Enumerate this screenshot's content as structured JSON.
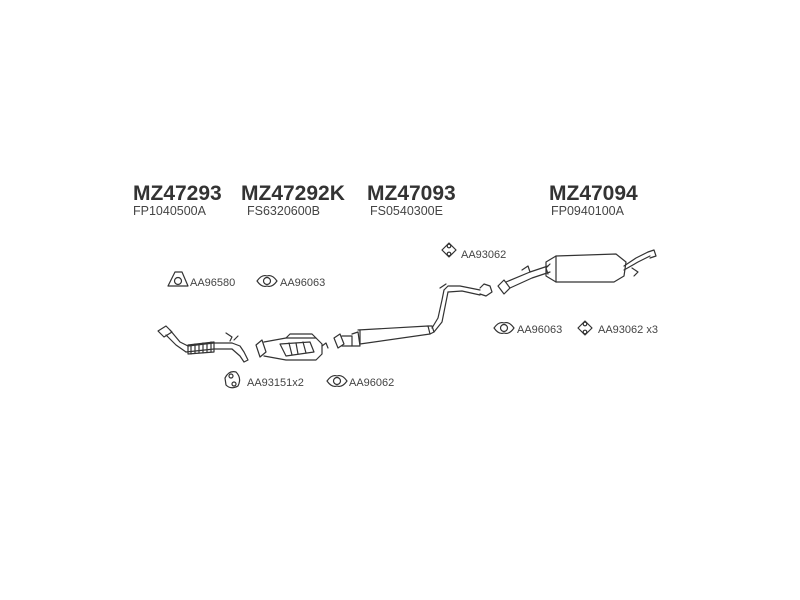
{
  "parts": [
    {
      "number": "MZ47293",
      "code": "FP1040500A"
    },
    {
      "number": "MZ47292K",
      "code": "FS6320600B"
    },
    {
      "number": "MZ47093",
      "code": "FS0540300E"
    },
    {
      "number": "MZ47094",
      "code": "FP0940100A"
    }
  ],
  "accessories": [
    {
      "label": "AA96580",
      "icon": "gasket-icon"
    },
    {
      "label": "AA96063",
      "icon": "ring-gasket-icon"
    },
    {
      "label": "AA93151x2",
      "icon": "rubber-mount-icon"
    },
    {
      "label": "AA96062",
      "icon": "ring-gasket-icon"
    },
    {
      "label": "AA93062",
      "icon": "rubber-mount-icon"
    },
    {
      "label": "AA96063",
      "icon": "ring-gasket-icon"
    },
    {
      "label": "AA93062 x3",
      "icon": "rubber-mount-icon"
    }
  ]
}
